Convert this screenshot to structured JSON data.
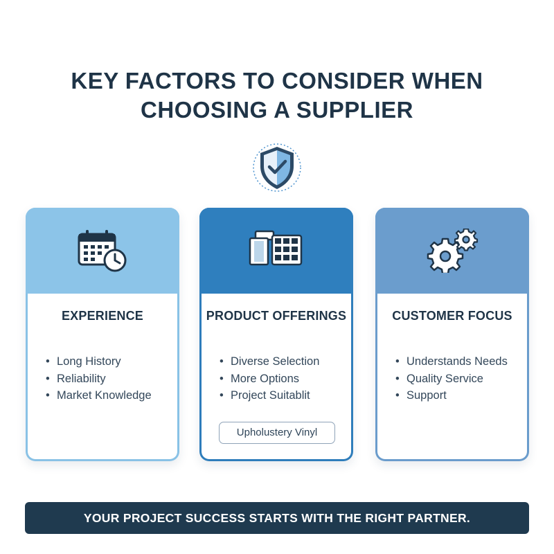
{
  "title": {
    "line1": "KEY FACTORS TO CONSIDER WHEN",
    "line2": "CHOOSING A SUPPLIER",
    "icon": "shield-check-icon"
  },
  "cards": [
    {
      "icon": "calendar-clock-icon",
      "title": "EXPERIENCE",
      "items": [
        "Long History",
        "Reliability",
        "Market Knowledge"
      ]
    },
    {
      "icon": "swatch-grid-icon",
      "title": "PRODUCT OFFERINGS",
      "items": [
        "Diverse Selection",
        "More Options",
        "Project Suitablit"
      ],
      "tag": "Upholustery Vinyl"
    },
    {
      "icon": "gears-icon",
      "title": "CUSTOMER FOCUS",
      "items": [
        "Understands Needs",
        "Quality Service",
        "Support"
      ]
    }
  ],
  "banner": "YOUR PROJECT SUCCESS STARTS WITH THE RIGHT PARTNER.",
  "colors": {
    "text_dark": "#1f3447",
    "card1_header": "#8cc4e8",
    "card2_header": "#2f7fbe",
    "card3_header": "#6b9dcd",
    "banner_bg": "#1f3a4f"
  }
}
